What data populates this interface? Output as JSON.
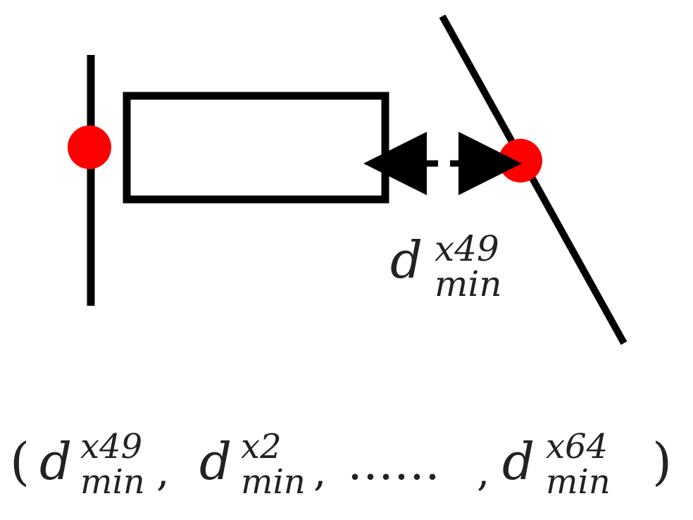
{
  "colors": {
    "line": "#000000",
    "point": "#ff0000",
    "background": "#ffffff",
    "text": "#222222"
  },
  "label": {
    "base": "d",
    "superscript": "x49",
    "subscript": "min"
  },
  "tuple": {
    "open": "(",
    "close": ")",
    "items": [
      {
        "base": "d",
        "superscript": "x49",
        "subscript": "min",
        "separator": ","
      },
      {
        "base": "d",
        "superscript": "x2",
        "subscript": "min",
        "separator": ","
      },
      {
        "base": "d",
        "superscript": "x64",
        "subscript": "min",
        "separator": ""
      }
    ],
    "ellipsis": "……",
    "ellipsis_separator": ","
  }
}
